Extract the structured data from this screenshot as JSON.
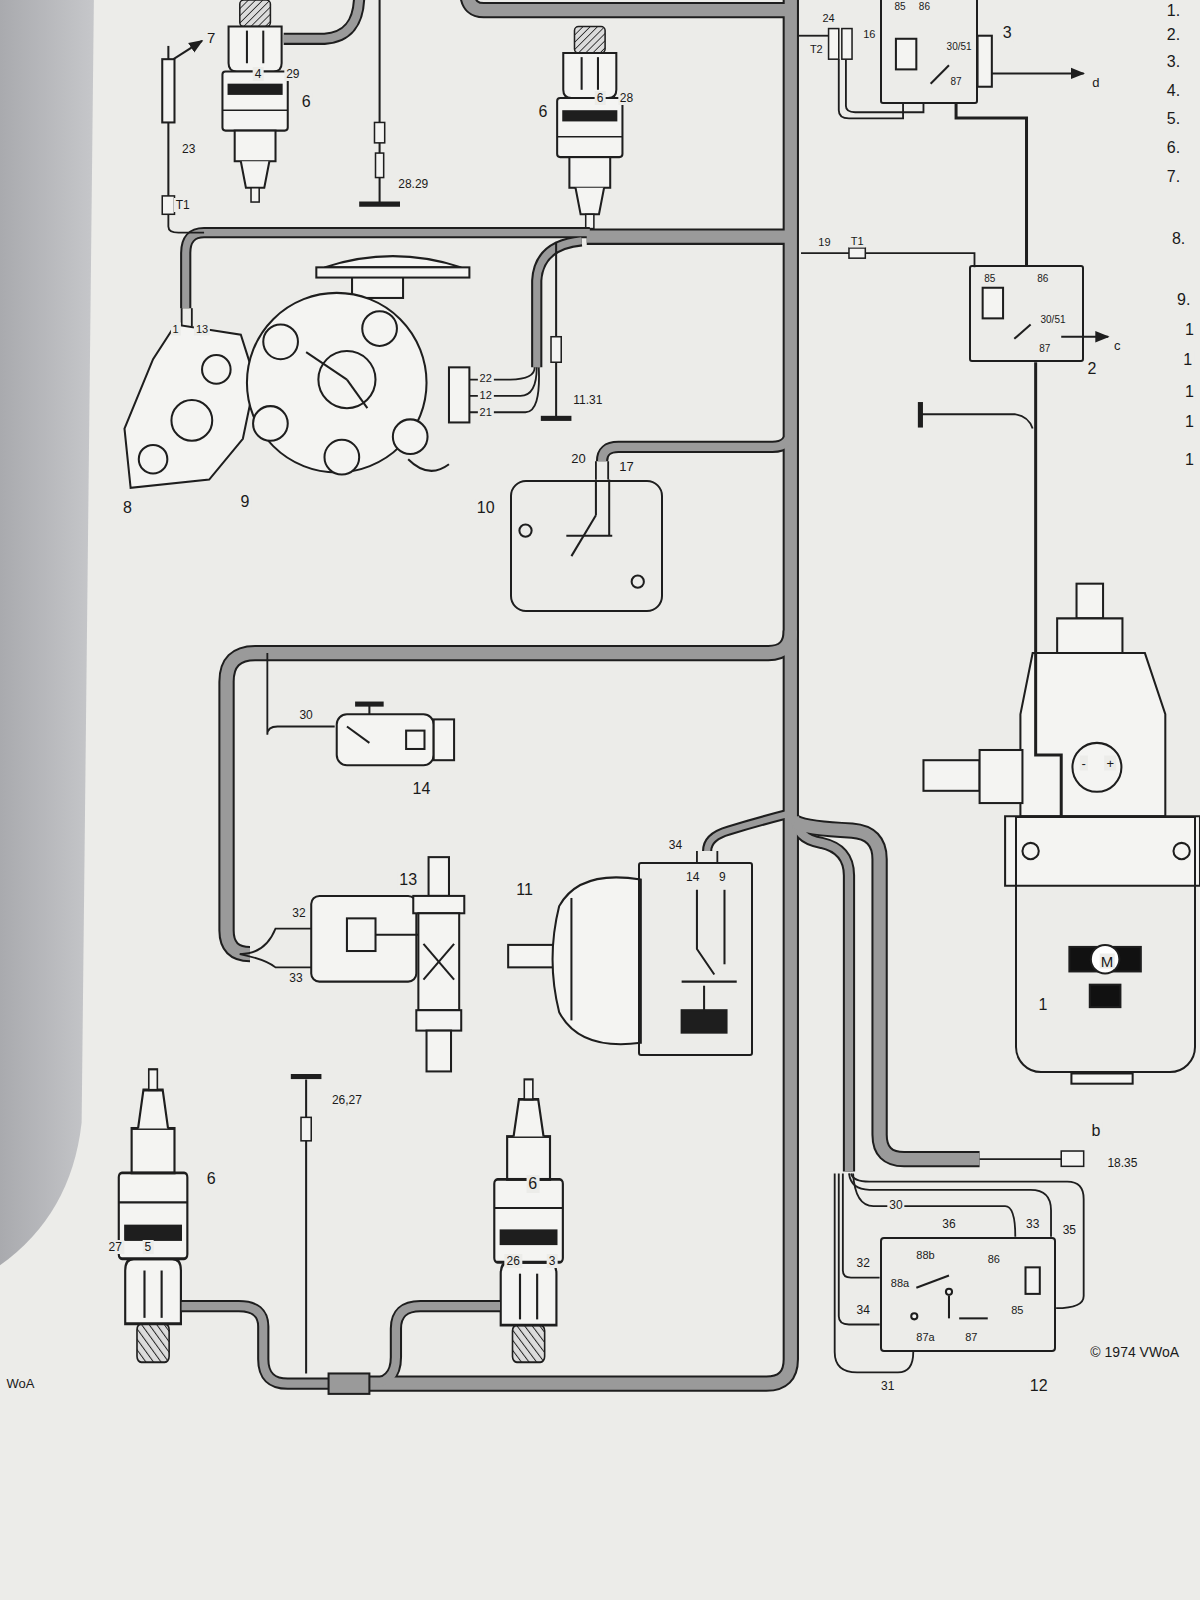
{
  "diagram": {
    "nodes": [
      {
        "text": [
          "85",
          "86",
          "30/51",
          "87"
        ]
      },
      {
        "text": [
          "85",
          "86",
          "30/51",
          "87"
        ]
      },
      {
        "text": [
          "20",
          "17"
        ]
      },
      {
        "text": [
          "M"
        ]
      },
      {
        "text": [
          "14",
          "9"
        ]
      },
      {
        "text": [
          "88b",
          "86",
          "88a",
          "85",
          "87a",
          "87"
        ]
      }
    ],
    "edges": [
      {
        "from": 0,
        "to": 1,
        "arrow": "none"
      },
      {
        "from": 1,
        "to": 3,
        "arrow": "none"
      }
    ],
    "labels": [
      "1.",
      "2.",
      "3.",
      "4.",
      "5.",
      "6.",
      "7.",
      "8.",
      "9.",
      "1",
      "1",
      "1",
      "1",
      "1",
      "7",
      "4",
      "29",
      "23",
      "T1",
      "6",
      "28.29",
      "6",
      "6",
      "28",
      "24",
      "16",
      "T2",
      "3",
      "d",
      "19",
      "T1",
      "c",
      "2",
      "1",
      "13",
      "22",
      "12",
      "21",
      "11.31",
      "8",
      "9",
      "10",
      "-",
      "+",
      "30",
      "14",
      "34",
      "13",
      "11",
      "32",
      "33",
      "26,27",
      "1",
      "6",
      "6",
      "b",
      "18.35",
      "27",
      "5",
      "26",
      "3",
      "30",
      "36",
      "33",
      "35",
      "32",
      "34",
      "31",
      "12",
      "© 1974 VWoA",
      "WoA"
    ]
  }
}
